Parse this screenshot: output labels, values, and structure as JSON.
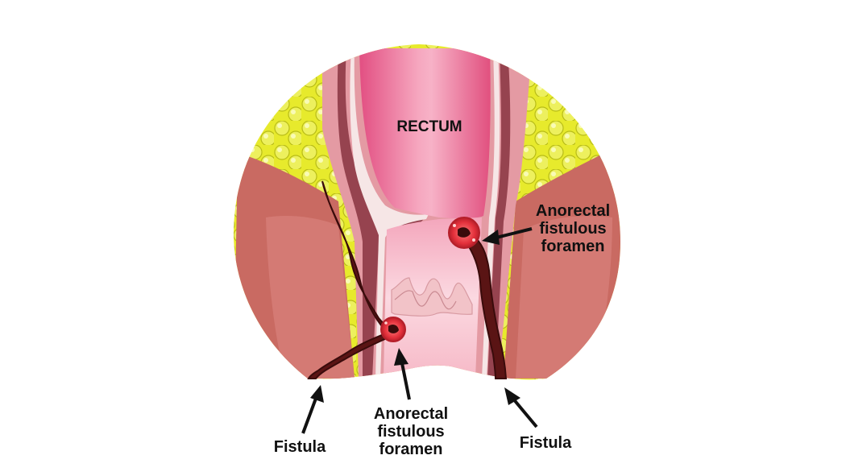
{
  "labels": {
    "title": "RECTUM",
    "right_foramen": [
      "Anorectal",
      "fistulous",
      "foramen"
    ],
    "bottom_foramen": [
      "Anorectal",
      "fistulous",
      "foramen"
    ],
    "left_fistula": "Fistula",
    "right_fistula": "Fistula"
  },
  "colors": {
    "fat": "#e7ea2c",
    "fat_dark": "#b9bd17",
    "muscle": "#c96a62",
    "muscle_light": "#df8f8c",
    "wall": "#e9a5ad",
    "wall_dark": "#96434f",
    "lumen": "#e56891",
    "lumen_light": "#f7bccd",
    "lining": "#f6e6e6",
    "fistula": "#5a1414",
    "foramen": "#e9353e",
    "arrow": "#111111"
  }
}
